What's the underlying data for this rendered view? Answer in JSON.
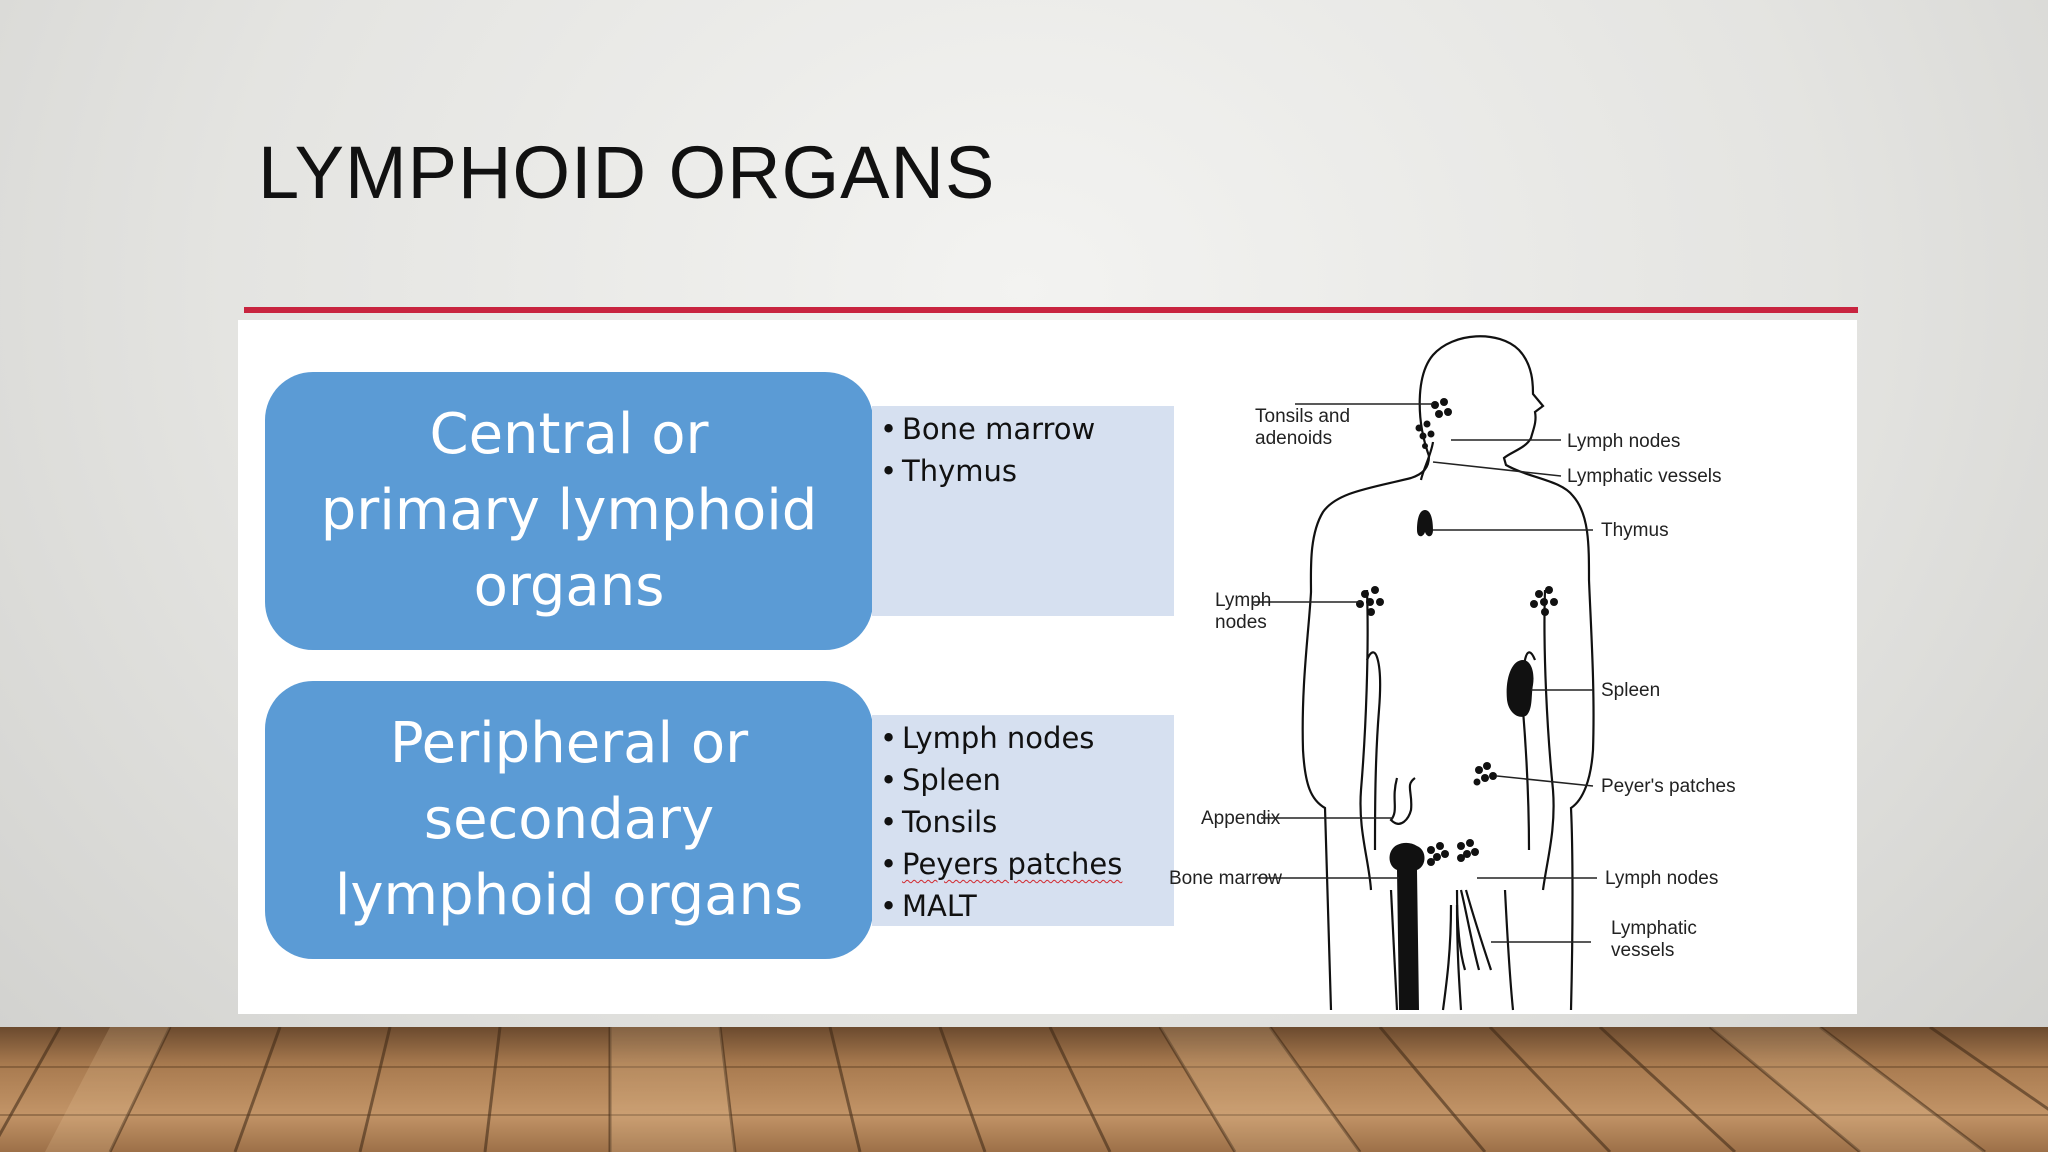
{
  "slide": {
    "title": "LYMPHOID ORGANS"
  },
  "colors": {
    "accent_rule": "#c8243f",
    "card_fill": "#5b9bd5",
    "list_fill": "#d6e0f0"
  },
  "groups": [
    {
      "heading": "Central or\nprimary lymphoid\norgans",
      "items": [
        "Bone marrow",
        "Thymus"
      ]
    },
    {
      "heading": "Peripheral or\nsecondary\nlymphoid organs",
      "items": [
        "Lymph nodes",
        "Spleen",
        "Tonsils",
        "Peyers patches",
        "MALT"
      ]
    }
  ],
  "diagram": {
    "labels": {
      "tonsils_line1": "Tonsils and",
      "tonsils_line2": "adenoids",
      "lymph_nodes_neck": "Lymph nodes",
      "lymphatic_vessels_neck": "Lymphatic vessels",
      "thymus": "Thymus",
      "lymph_left_line1": "Lymph",
      "lymph_left_line2": "nodes",
      "spleen": "Spleen",
      "peyers": "Peyer's patches",
      "appendix": "Appendix",
      "bone_marrow": "Bone marrow",
      "lymph_nodes_groin": "Lymph nodes",
      "lymphatic_groin_line1": "Lymphatic",
      "lymphatic_groin_line2": "vessels"
    }
  }
}
